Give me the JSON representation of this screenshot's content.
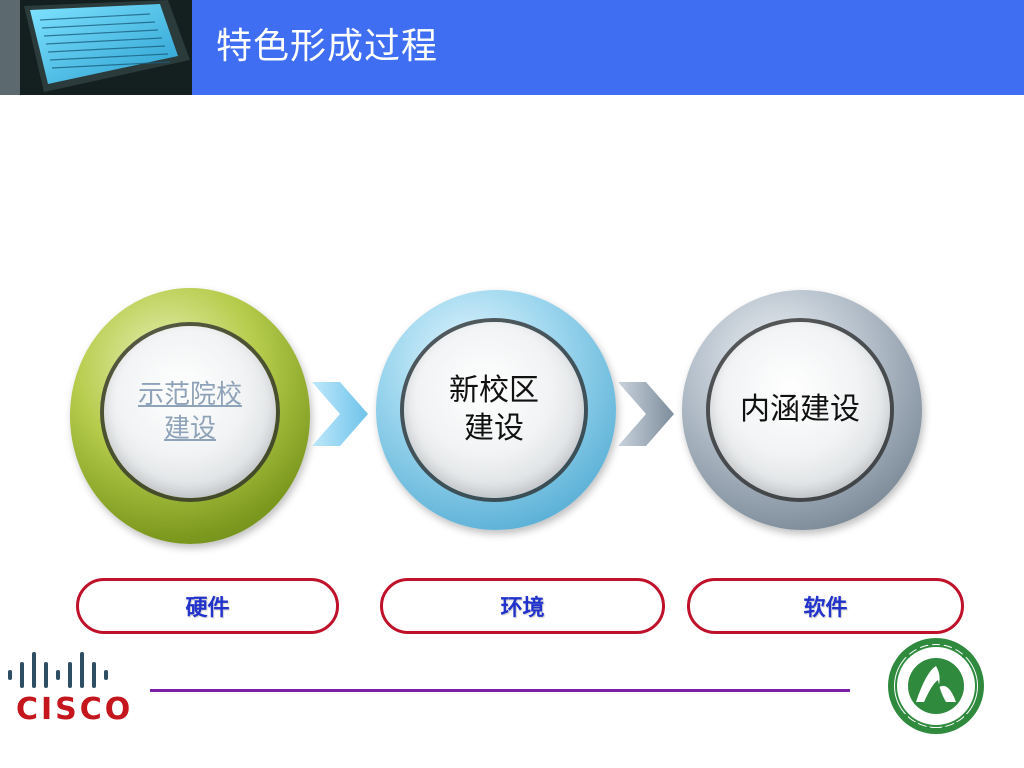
{
  "header": {
    "title": "特色形成过程"
  },
  "stages": [
    {
      "line1": "示范院校",
      "line2": "建设"
    },
    {
      "line1": "新校区",
      "line2": "建设"
    },
    {
      "line1": "内涵建设"
    }
  ],
  "pills": [
    {
      "label": "硬件"
    },
    {
      "label": "环境"
    },
    {
      "label": "软件"
    }
  ],
  "footer": {
    "logo_text": "CISCO"
  },
  "colors": {
    "header_bg": "#3f6ef3",
    "pill_border": "#c0112a",
    "pill_text": "#2233cc",
    "divider": "#7a1fa8",
    "cisco_red": "#c4161c"
  }
}
